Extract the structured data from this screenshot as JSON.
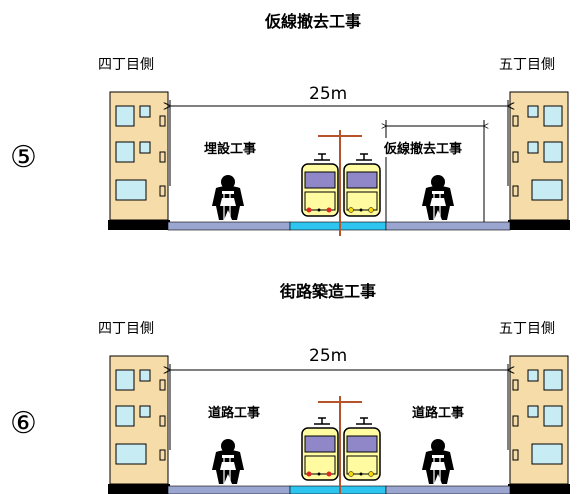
{
  "sections": [
    {
      "step": "⑤",
      "title": "仮線撤去工事",
      "left_side": "四丁目側",
      "right_side": "五丁目側",
      "width": "25m",
      "works": [
        "埋設工事",
        "仮線撤去工事"
      ]
    },
    {
      "step": "⑥",
      "title": "街路築造工事",
      "left_side": "四丁目側",
      "right_side": "五丁目側",
      "width": "25m",
      "works": [
        "道路工事",
        "道路工事"
      ]
    }
  ],
  "colors": {
    "building": "#f5dca8",
    "window": "#c8ecf4",
    "road": "#9aa6cf",
    "track": "#2ec4f0",
    "tram_body": "#fffba0",
    "tram_window": "#9087c8",
    "pole": "#b5532a"
  }
}
